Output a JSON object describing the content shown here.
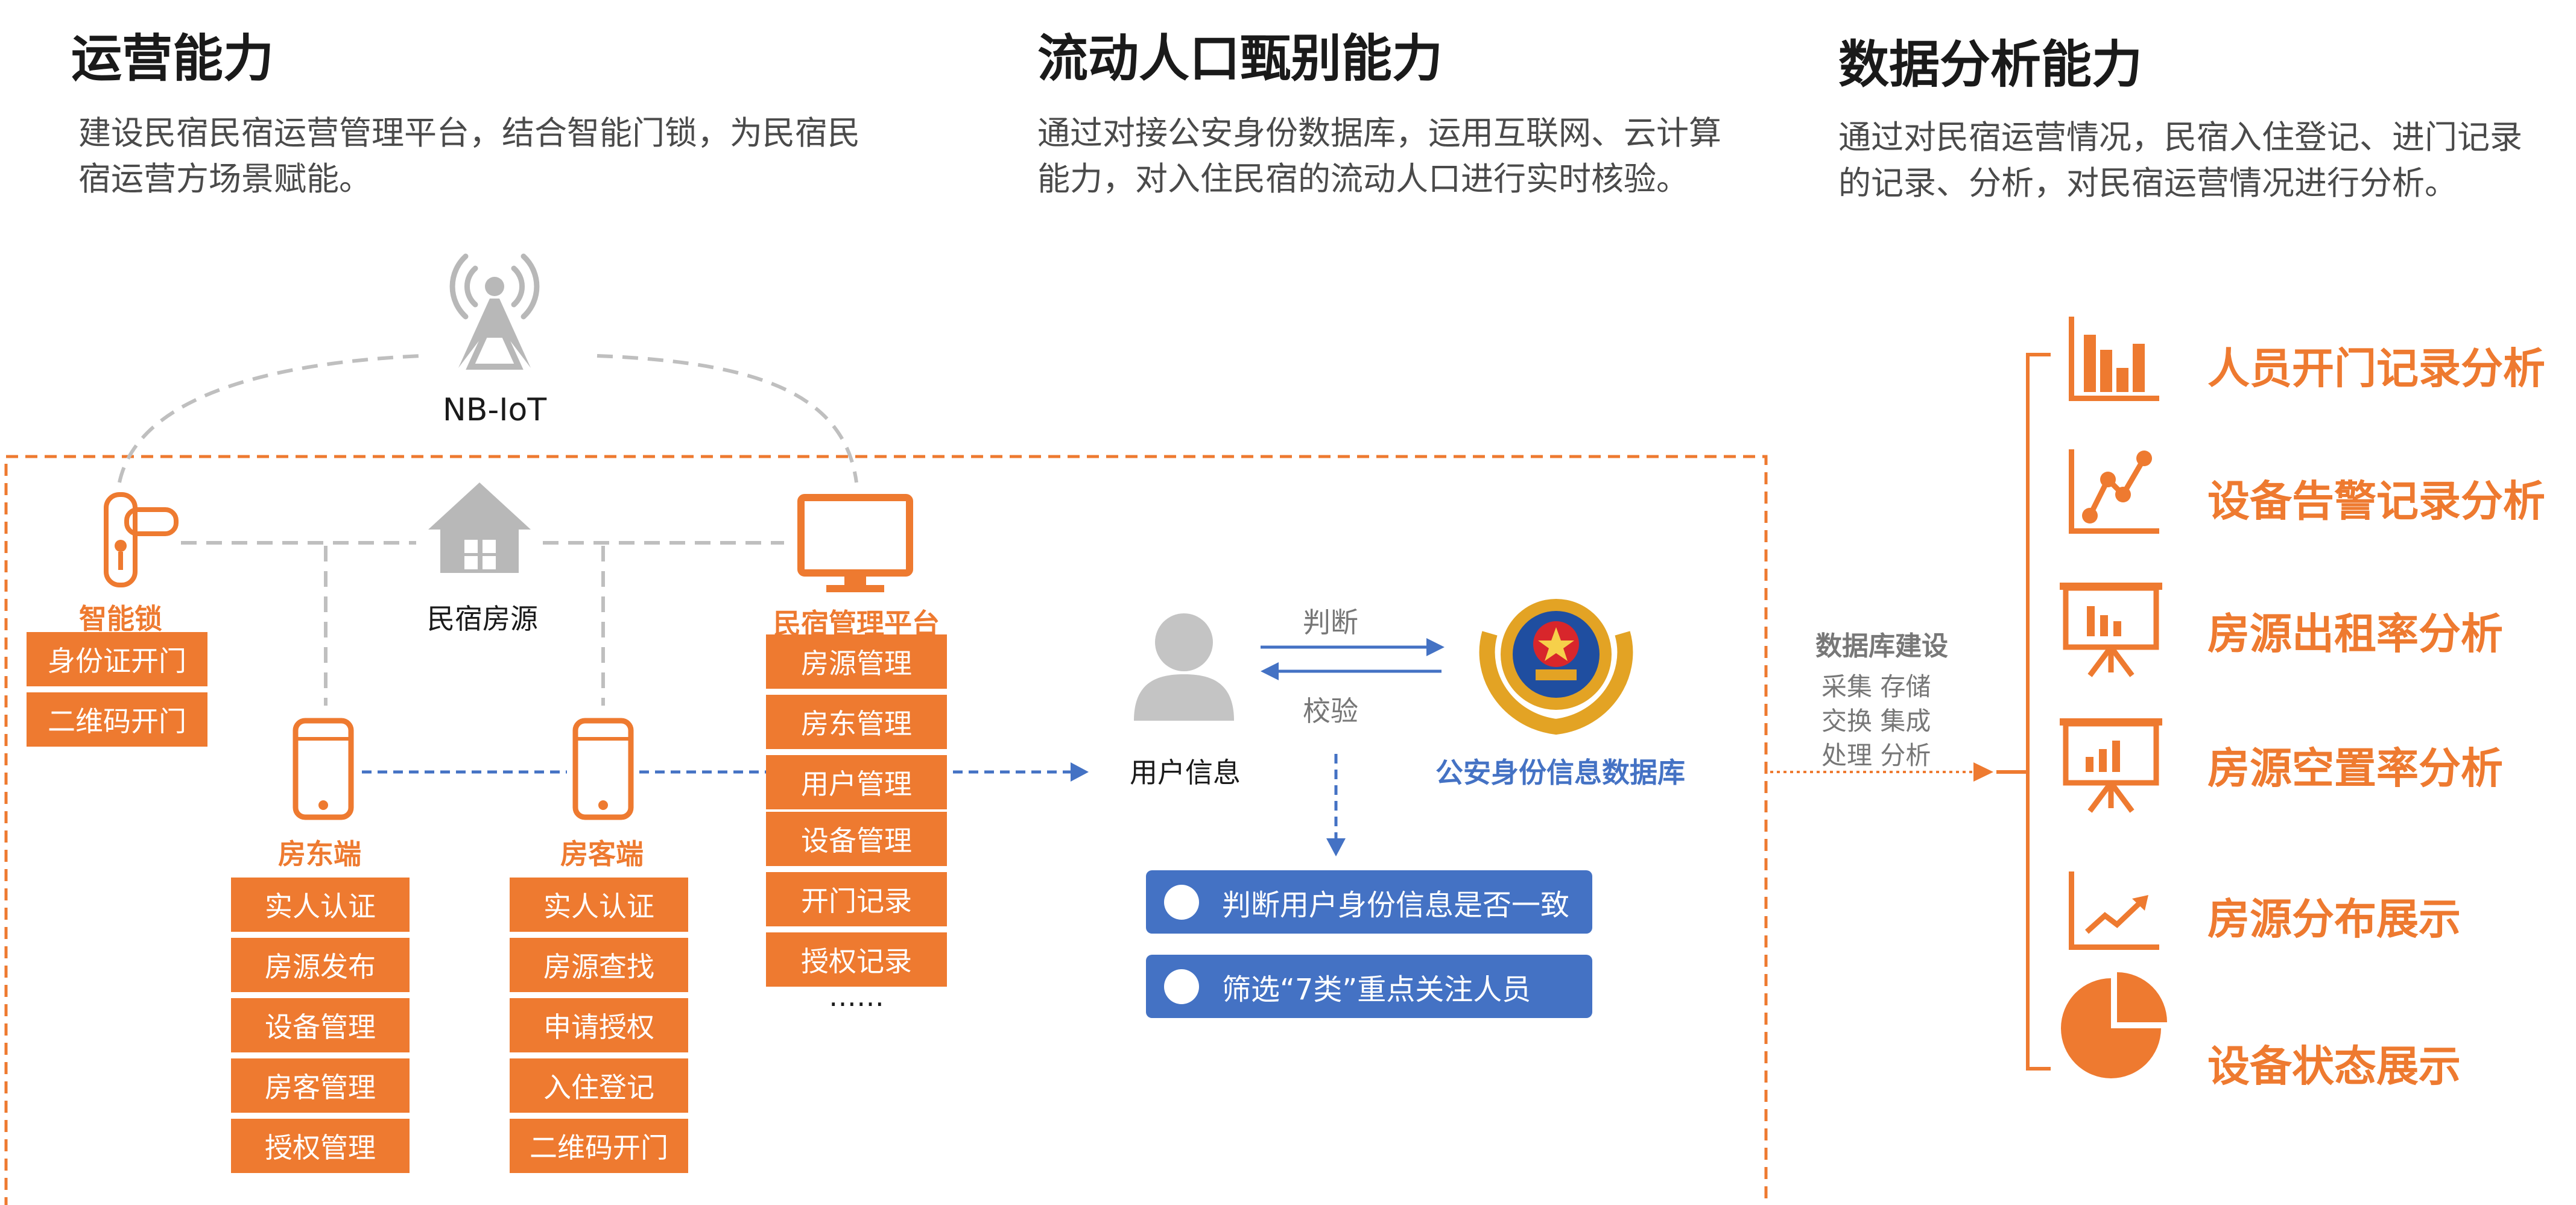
{
  "col1": {
    "title": "运营能力",
    "desc": [
      "建设民宿民宿运营管理平台，结合智能门锁，为民宿民",
      "宿运营方场景赋能。"
    ]
  },
  "col2": {
    "title": "流动人口甄别能力",
    "desc": [
      "通过对接公安身份数据库，运用互联网、云计算",
      "能力，对入住民宿的流动人口进行实时核验。"
    ]
  },
  "col3": {
    "title": "数据分析能力",
    "desc": [
      "通过对民宿运营情况，民宿入住登记、进门记录",
      "的记录、分析，对民宿运营情况进行分析。"
    ]
  },
  "nbiot": "NB-IoT",
  "house_label": "民宿房源",
  "smart_lock": {
    "title": "智能锁",
    "items": [
      "身份证开门",
      "二维码开门"
    ]
  },
  "landlord": {
    "title": "房东端",
    "items": [
      "实人认证",
      "房源发布",
      "设备管理",
      "房客管理",
      "授权管理"
    ]
  },
  "guest": {
    "title": "房客端",
    "items": [
      "实人认证",
      "房源查找",
      "申请授权",
      "入住登记",
      "二维码开门"
    ]
  },
  "platform": {
    "title": "民宿管理平台",
    "items": [
      "房源管理",
      "房东管理",
      "用户管理",
      "设备管理",
      "开门记录",
      "授权记录"
    ],
    "more": "……"
  },
  "user_info": "用户信息",
  "judge": "判断",
  "verify": "校验",
  "police_db": "公安身份信息数据库",
  "results": [
    "判断用户身份信息是否一致",
    "筛选“7类”重点关注人员"
  ],
  "db_build": {
    "title": "数据库建设",
    "rows": [
      "采集  存储",
      "交换  集成",
      "处理  分析"
    ]
  },
  "analysis": [
    "人员开门记录分析",
    "设备告警记录分析",
    "房源出租率分析",
    "房源空置率分析",
    "房源分布展示",
    "设备状态展示"
  ],
  "icons": [
    "bar-chart-icon",
    "line-chart-icon",
    "presentation-board-icon",
    "presentation-chart-icon",
    "trend-chart-icon",
    "pie-chart-icon"
  ],
  "colors": {
    "accent": "#ee7a30",
    "blue": "#4472c4",
    "gray": "#bfbfbf"
  }
}
